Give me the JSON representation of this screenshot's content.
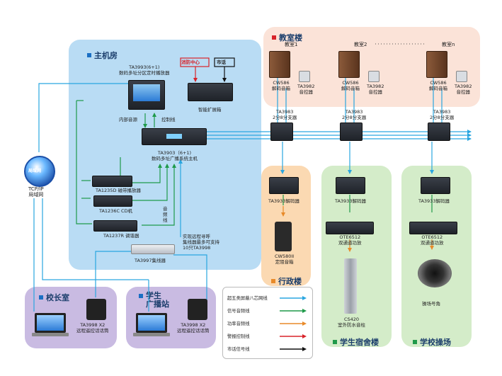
{
  "zones": {
    "machine_room": "主机房",
    "classroom": "教室楼",
    "admin": "行政楼",
    "dorm": "学生宿舍楼",
    "playground": "学校操场",
    "principal": "校长室",
    "station": "学生\n广播站"
  },
  "machine_room": {
    "ta3993": "TA3993(6+1)\n数码多址分区定时播放器",
    "fire_center": "消防中心",
    "city_signal": "市话",
    "smart_expander": "智能扩展箱",
    "internal_source": "内部音源",
    "control_line": "控制线",
    "ta3903": "TA3903（6+1)\n数码多址广播系统主机",
    "ta1235d": "TA1235D 磁带播放器",
    "ta1236c": "TA1236C CD机",
    "ta1237r": "TA1237R 调谐器",
    "audio_line": "音\n频\n线",
    "remote_note": "实现远程寻呼\n集线器最多可支持\n10只TA3998",
    "ta3997": "TA3997集线器"
  },
  "network": {
    "label": "TCP/IP\n局域网",
    "logo_text": "局域网"
  },
  "classroom": {
    "rooms": [
      {
        "name": "教室1",
        "speaker": "CW586\n解码音箱",
        "controller": "TA3982\n音控器",
        "splitter": "TA3983\n2分8分支器"
      },
      {
        "name": "教室2",
        "speaker": "CW586\n解码音箱",
        "controller": "TA3982\n音控器",
        "splitter": "TA3983\n2分8分支器"
      },
      {
        "name": "教室n",
        "speaker": "CW586\n解码音箱",
        "controller": "TA3982\n音控器",
        "splitter": "TA3983\n2分8分支器"
      }
    ]
  },
  "admin": {
    "decoder": "TA3933解码器",
    "speaker": "CW580II\n定阻音箱"
  },
  "dorm": {
    "decoder": "TA3933解码器",
    "amp": "OTE6512\n双通道功放",
    "column": "CS420\n室外防水音柱"
  },
  "playground": {
    "decoder": "TA3933解码器",
    "amp": "OTE6512\n双通道功放",
    "horn": "操场号角"
  },
  "remote": {
    "principal_device": "TA3998 X2\n远程遥控话话筒",
    "station_device": "TA3998 X2\n远程遥控话话筒"
  },
  "legend": [
    {
      "label": "超五类屏蔽八芯网线",
      "color": "#2aa6e0"
    },
    {
      "label": "信号音频线",
      "color": "#1f9a4a"
    },
    {
      "label": "功率音频线",
      "color": "#e88a2a"
    },
    {
      "label": "警报控制线",
      "color": "#d8232a"
    },
    {
      "label": "市话信号线",
      "color": "#111111"
    }
  ],
  "colors": {
    "blue_line": "#2aa6e0",
    "green_line": "#1f9a4a",
    "orange_line": "#e88a2a",
    "red_line": "#d8232a"
  }
}
